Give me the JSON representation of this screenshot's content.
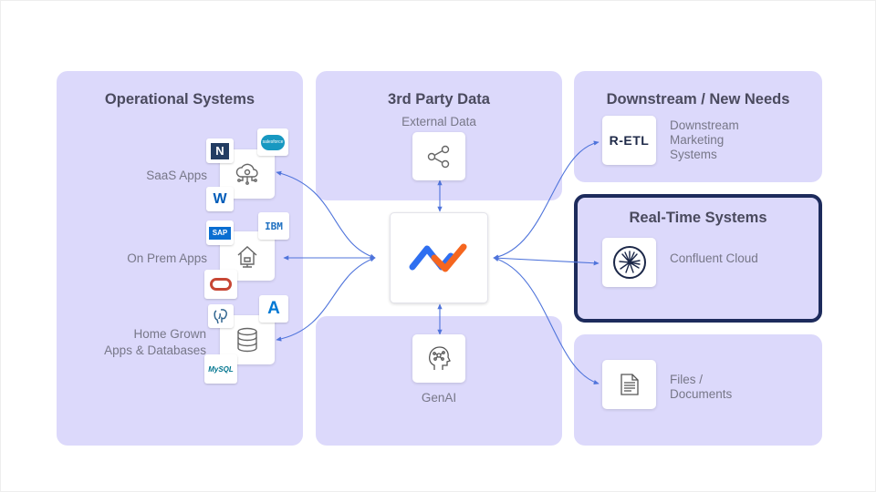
{
  "panels": {
    "operational": {
      "title": "Operational Systems"
    },
    "third_party": {
      "title": "3rd Party Data",
      "subtitle": "External Data",
      "genai_label": "GenAI"
    },
    "downstream": {
      "title": "Downstream / New Needs",
      "retl_label": "R-ETL",
      "text_line1": "Downstream",
      "text_line2": "Marketing",
      "text_line3": "Systems"
    },
    "realtime": {
      "title": "Real-Time Systems",
      "text": "Confluent Cloud"
    },
    "files": {
      "text_line1": "Files /",
      "text_line2": "Documents"
    }
  },
  "operational_groups": {
    "saas": {
      "label": "SaaS Apps",
      "logos": {
        "top_left": "N",
        "top_right": "salesforce",
        "bottom": "W"
      }
    },
    "onprem": {
      "label": "On Prem Apps",
      "logos": {
        "top_left": "SAP",
        "top_right": "IBM"
      }
    },
    "homegrown": {
      "label_line1": "Home Grown",
      "label_line2": "Apps & Databases",
      "logos": {
        "top_right": "A",
        "bottom": "MySQL"
      }
    }
  },
  "colors": {
    "panel_bg": "#dcd9fb",
    "panel_title": "#4a4a5e",
    "connector": "#4f74db",
    "hub_blue": "#2f6ff0",
    "hub_orange": "#f5661f",
    "highlight_border": "#1d2b5c",
    "salesforce": "#1798c1",
    "oracle": "#c74634",
    "sap": "#0a6ed1",
    "ibm": "#1f70c1",
    "azure": "#0078d4"
  },
  "icons": {
    "saas_center": "cloud-gear-icon",
    "onprem_center": "house-icon",
    "homegrown_center": "database-icon",
    "external_data": "share-nodes-icon",
    "genai": "ai-head-icon",
    "confluent": "starburst-icon",
    "files": "document-icon",
    "hub": "zigzag-logo-icon"
  }
}
